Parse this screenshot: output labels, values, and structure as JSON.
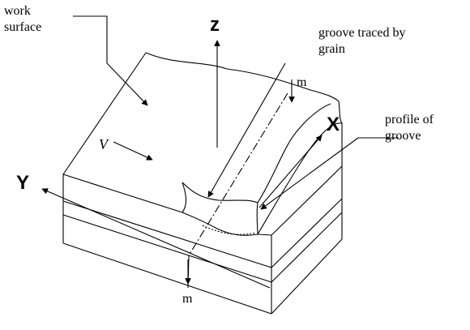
{
  "labels": {
    "work_surface_1": "work",
    "work_surface_2": "surface",
    "z_axis": "z",
    "x_axis": "X",
    "y_axis": "Y",
    "velocity": "V",
    "groove_traced_1": "groove traced by",
    "groove_traced_2": "grain",
    "profile_1": "profile of",
    "profile_2": "groove",
    "m_top": "m",
    "m_bottom": "m"
  }
}
